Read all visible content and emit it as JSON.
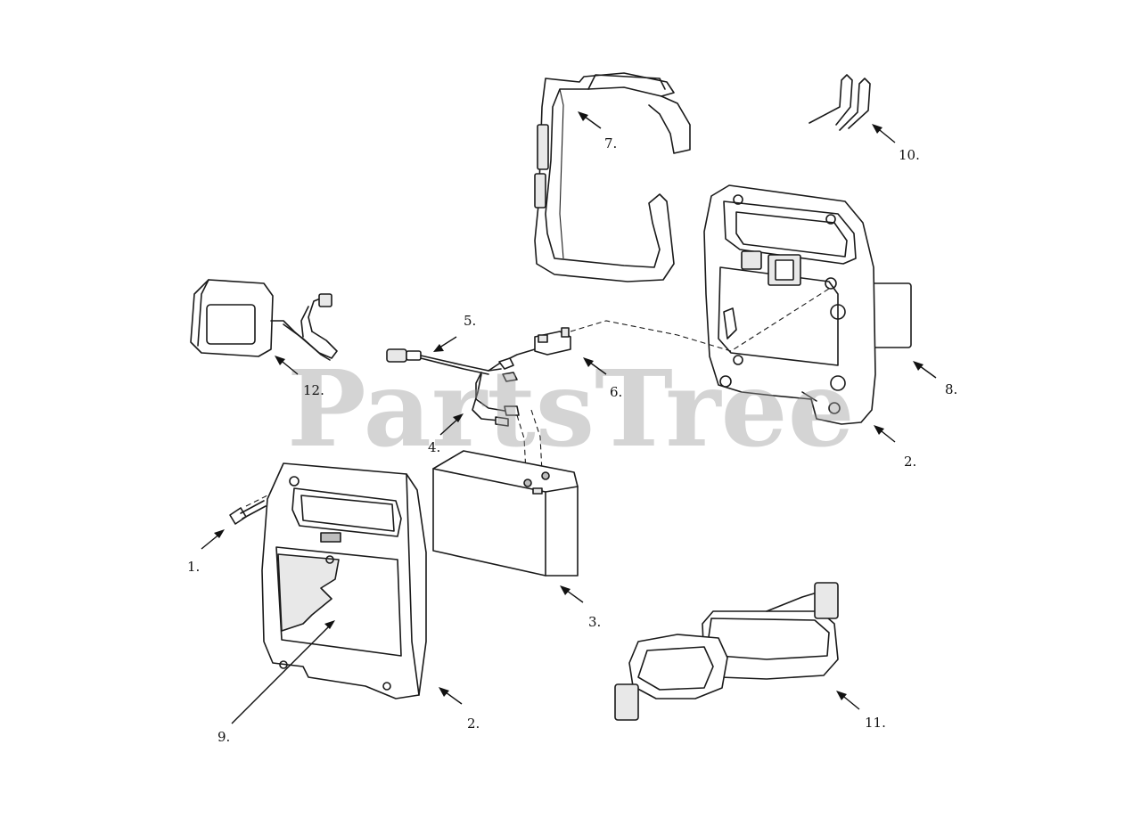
{
  "watermark": "PartsTree",
  "callouts": [
    {
      "id": "1",
      "label": "1."
    },
    {
      "id": "2a",
      "label": "2."
    },
    {
      "id": "2b",
      "label": "2."
    },
    {
      "id": "3",
      "label": "3."
    },
    {
      "id": "4",
      "label": "4."
    },
    {
      "id": "5",
      "label": "5."
    },
    {
      "id": "6",
      "label": "6."
    },
    {
      "id": "7",
      "label": "7."
    },
    {
      "id": "8",
      "label": "8."
    },
    {
      "id": "9",
      "label": "9."
    },
    {
      "id": "10",
      "label": "10."
    },
    {
      "id": "11",
      "label": "11."
    },
    {
      "id": "12",
      "label": "12."
    }
  ]
}
